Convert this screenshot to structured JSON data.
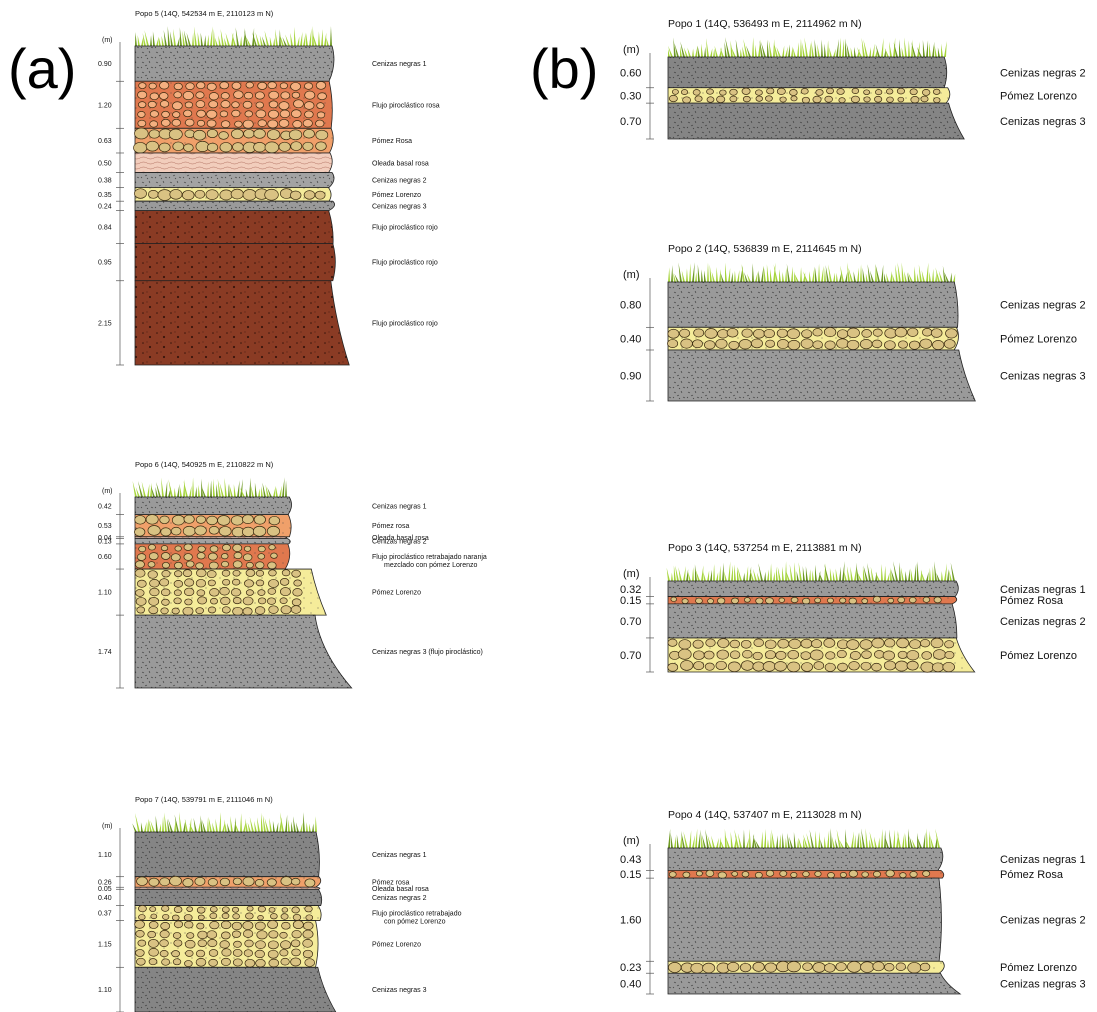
{
  "panels": [
    "(a)",
    "(b)"
  ],
  "unit_label": "(m)",
  "sections": [
    {
      "title": "Popo 5 (14Q, 542534 m E, 2110123 m N)",
      "layers": [
        {
          "thickness": "0.90",
          "name": "Cenizas negras 1",
          "type": "ash",
          "color": "#9a9a9a"
        },
        {
          "thickness": "1.20",
          "name": "Flujo piroclástico rosa",
          "type": "pumice",
          "color": "#e0784e"
        },
        {
          "thickness": "0.63",
          "name": "Pómez Rosa",
          "type": "pumice",
          "color": "#f0a06a"
        },
        {
          "thickness": "0.50",
          "name": "Oleada basal rosa",
          "type": "surge",
          "color": "#f2cdbc"
        },
        {
          "thickness": "0.38",
          "name": "Cenizas negras 2",
          "type": "ash",
          "color": "#a3a3a3"
        },
        {
          "thickness": "0.35",
          "name": "Pómez Lorenzo",
          "type": "pumice",
          "color": "#f5ec9a"
        },
        {
          "thickness": "0.24",
          "name": "Cenizas negras 3",
          "type": "ash",
          "color": "#9a9a9a"
        },
        {
          "thickness": "0.84",
          "name": "Flujo piroclástico rojo",
          "type": "flow",
          "color": "#8a3b24"
        },
        {
          "thickness": "0.95",
          "name": "Flujo piroclástico rojo",
          "type": "flow",
          "color": "#8a3b24"
        },
        {
          "thickness": "2.15",
          "name": "Flujo piroclástico rojo",
          "type": "flow",
          "color": "#8a3b24"
        }
      ]
    },
    {
      "title": "Popo 6 (14Q, 540925 m E, 2110822 m N)",
      "layers": [
        {
          "thickness": "0.42",
          "name": "Cenizas negras 1",
          "type": "ash",
          "color": "#9a9a9a"
        },
        {
          "thickness": "0.53",
          "name": "Pómez rosa",
          "type": "pumice",
          "color": "#f0a06a"
        },
        {
          "thickness": "0.04",
          "name": "Oleada basal rosa",
          "type": "surge",
          "color": "#f2cdbc"
        },
        {
          "thickness": "0.13",
          "name": "Cenizas negras 2",
          "type": "ash",
          "color": "#a3a3a3"
        },
        {
          "thickness": "0.60",
          "name": "Flujo piroclástico retrabajado naranja",
          "name2": "mezclado con pómez Lorenzo",
          "type": "pumice",
          "color": "#e0784e"
        },
        {
          "thickness": "1.10",
          "name": "Pómez Lorenzo",
          "type": "pumice",
          "color": "#f5ec9a"
        },
        {
          "thickness": "1.74",
          "name": "Cenizas negras 3 (flujo piroclástico)",
          "type": "ash",
          "color": "#9a9a9a"
        }
      ]
    },
    {
      "title": "Popo 7 (14Q, 539791 m E, 2111046 m N)",
      "layers": [
        {
          "thickness": "1.10",
          "name": "Cenizas negras 1",
          "type": "ash",
          "color": "#858585"
        },
        {
          "thickness": "0.26",
          "name": "Pómez rosa",
          "type": "pumice",
          "color": "#f0a06a"
        },
        {
          "thickness": "0.05",
          "name": "Oleada basal rosa",
          "type": "surge",
          "color": "#f2cdbc"
        },
        {
          "thickness": "0.40",
          "name": "Cenizas negras 2",
          "type": "ash",
          "color": "#858585"
        },
        {
          "thickness": "0.37",
          "name": "Flujo piroclástico retrabajado",
          "name2": "con pómez Lorenzo",
          "type": "pumice",
          "color": "#f5ec9a"
        },
        {
          "thickness": "1.15",
          "name": "Pómez Lorenzo",
          "type": "pumice",
          "color": "#f5ec9a"
        },
        {
          "thickness": "1.10",
          "name": "Cenizas negras 3",
          "type": "ash",
          "color": "#858585"
        }
      ]
    },
    {
      "title": "Popo 1 (14Q, 536493 m E, 2114962 m N)",
      "layers": [
        {
          "thickness": "0.60",
          "name": "Cenizas negras 2",
          "type": "ash",
          "color": "#858585"
        },
        {
          "thickness": "0.30",
          "name": "Pómez Lorenzo",
          "type": "pumice",
          "color": "#f5ec9a"
        },
        {
          "thickness": "0.70",
          "name": "Cenizas negras 3",
          "type": "ash",
          "color": "#858585"
        }
      ]
    },
    {
      "title": "Popo 2 (14Q, 536839 m E, 2114645 m N)",
      "layers": [
        {
          "thickness": "0.80",
          "name": "Cenizas negras 2",
          "type": "ash",
          "color": "#9a9a9a"
        },
        {
          "thickness": "0.40",
          "name": "Pómez Lorenzo",
          "type": "pumice",
          "color": "#f5ec9a"
        },
        {
          "thickness": "0.90",
          "name": "Cenizas negras 3",
          "type": "ash",
          "color": "#9a9a9a"
        }
      ]
    },
    {
      "title": "Popo 3 (14Q, 537254 m E, 2113881 m N)",
      "layers": [
        {
          "thickness": "0.32",
          "name": "Cenizas negras 1",
          "type": "ash",
          "color": "#9a9a9a"
        },
        {
          "thickness": "0.15",
          "name": "Pómez Rosa",
          "type": "pumice",
          "color": "#e0784e"
        },
        {
          "thickness": "0.70",
          "name": "Cenizas negras 2",
          "type": "ash",
          "color": "#9a9a9a"
        },
        {
          "thickness": "0.70",
          "name": "Pómez Lorenzo",
          "type": "pumice",
          "color": "#f5ec9a"
        }
      ]
    },
    {
      "title": "Popo 4 (14Q, 537407 m E, 2113028 m N)",
      "layers": [
        {
          "thickness": "0.43",
          "name": "Cenizas negras 1",
          "type": "ash",
          "color": "#9a9a9a"
        },
        {
          "thickness": "0.15",
          "name": "Pómez Rosa",
          "type": "pumice",
          "color": "#e0784e"
        },
        {
          "thickness": "1.60",
          "name": "Cenizas negras 2",
          "type": "ash",
          "color": "#9a9a9a"
        },
        {
          "thickness": "0.23",
          "name": "Pómez Lorenzo",
          "type": "pumice",
          "color": "#f5ec9a"
        },
        {
          "thickness": "0.40",
          "name": "Cenizas negras 3",
          "type": "ash",
          "color": "#9a9a9a"
        }
      ]
    }
  ],
  "colors": {
    "grass": "#a6d43c",
    "grass_dark": "#6f9a24",
    "outline": "#222222"
  }
}
